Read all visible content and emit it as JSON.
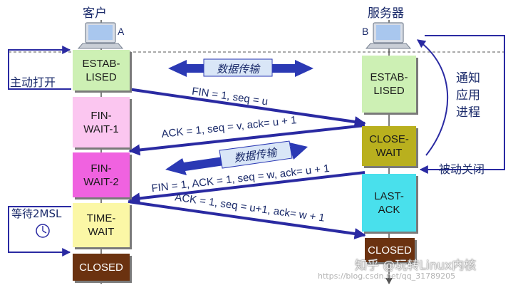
{
  "host_a": {
    "title": "客户",
    "letter": "A"
  },
  "host_b": {
    "title": "服务器",
    "letter": "B"
  },
  "client_states": [
    {
      "label": "ESTAB-\nLISED",
      "color": "#cdf0b4"
    },
    {
      "label": "FIN-\nWAIT-1",
      "color": "#fbc6f0"
    },
    {
      "label": "FIN-\nWAIT-2",
      "color": "#f062e0"
    },
    {
      "label": "TIME-\nWAIT",
      "color": "#fbf7a6"
    },
    {
      "label": "CLOSED",
      "color": "#6b3210",
      "text_color": "#ffffff"
    }
  ],
  "server_states": [
    {
      "label": "ESTAB-\nLISED",
      "color": "#cdf0b4"
    },
    {
      "label": "CLOSE-\nWAIT",
      "color": "#b9b01e"
    },
    {
      "label": "LAST-\nACK",
      "color": "#49e0ec"
    },
    {
      "label": "CLOSED",
      "color": "#6b3210",
      "text_color": "#ffffff"
    }
  ],
  "messages": [
    {
      "label": "FIN = 1, seq = u"
    },
    {
      "label": "ACK = 1, seq = v, ack= u + 1"
    },
    {
      "label": "FIN = 1, ACK = 1, seq = w, ack= u + 1"
    },
    {
      "label": "ACK = 1, seq = u+1, ack= w + 1"
    }
  ],
  "data_transfer_labels": [
    "数据传输",
    "数据传输"
  ],
  "side_labels": {
    "active_open": "主动打开",
    "wait_2msl": "等待2MSL",
    "notify_app": "通知\n应用\n进程",
    "passive_close": "被动关闭"
  },
  "watermark": {
    "zhihu": "知乎 @玩转Linux内核",
    "url": "https://blog.csdn.net/qq_31789205"
  },
  "colors": {
    "arrow": "#2a2aa2",
    "text": "#1a2a6a"
  }
}
